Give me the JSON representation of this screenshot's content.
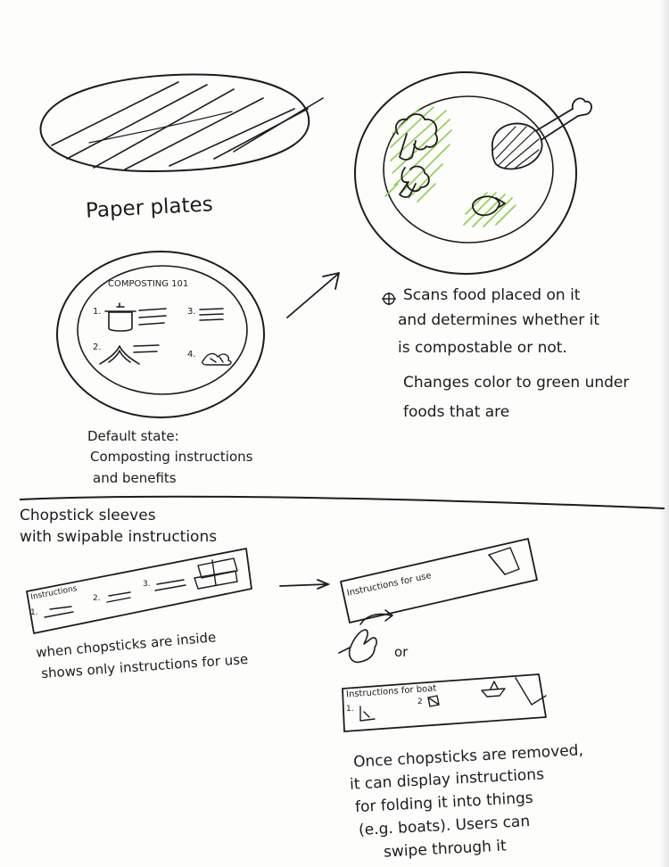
{
  "colors": {
    "ink": "#1c1c1c",
    "green": "#8fd14f",
    "paper": "#fdfdfc"
  },
  "plates": {
    "heading": "Paper plates",
    "plate_title": "COMPOSTING 101",
    "step_numbers": [
      "1.",
      "2.",
      "3.",
      "4."
    ],
    "default_state_lines": [
      "Default state:",
      "Composting instructions",
      "and benefits"
    ],
    "scan_lines": [
      "Scans food placed on it",
      "and determines whether it",
      "is compostable   or  not."
    ],
    "change_lines": [
      "Changes color to green under",
      "foods that are"
    ]
  },
  "chopsticks": {
    "heading_lines": [
      "Chopstick sleeves",
      "with swipable instructions"
    ],
    "sleeve_label": "Instructions",
    "sleeve_steps": [
      "1.",
      "2.",
      "3."
    ],
    "inside_note_lines": [
      "when chopsticks are inside",
      "shows only  instructions for use"
    ],
    "use_label": "Instructions for use",
    "or_label": "or",
    "boat_label": "Instructions for boat",
    "boat_steps": [
      "1.",
      "2"
    ],
    "removed_note_lines": [
      "Once chopsticks are removed,",
      "it can display instructions",
      "for  folding  it into things",
      "(e.g. boats). Users can",
      "swipe through it"
    ]
  }
}
